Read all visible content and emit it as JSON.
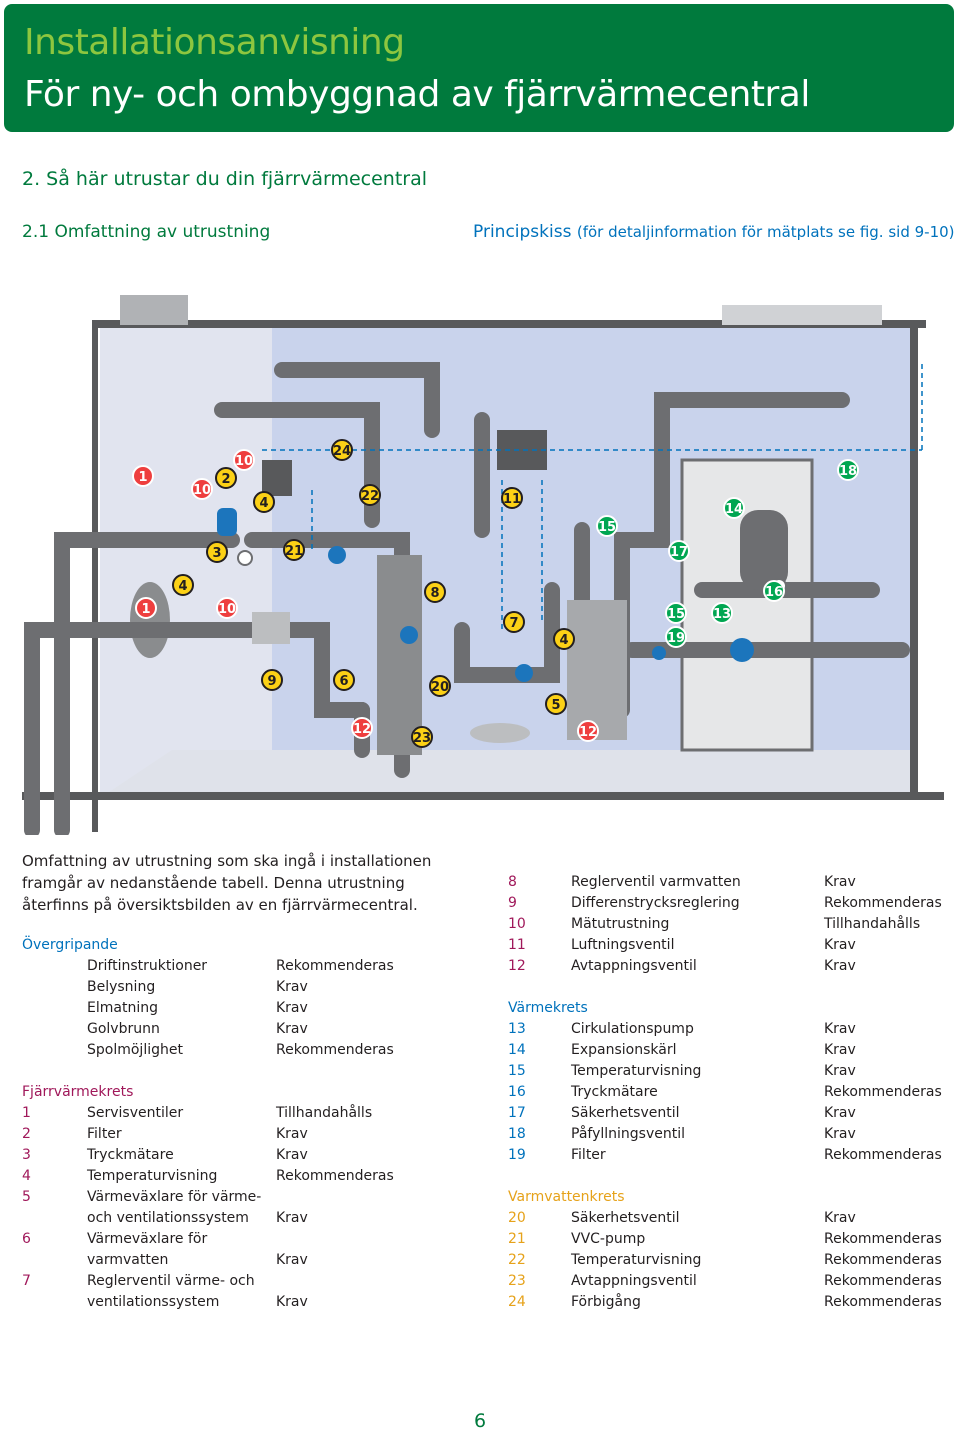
{
  "header": {
    "title": "Installationsanvisning",
    "subtitle": "För ny- och ombyggnad av fjärrvärmecentral"
  },
  "section_heading": "2. Så här utrustar du din fjärrvärmecentral",
  "subsection_heading": "2.1 Omfattning av utrustning",
  "diagram_caption": {
    "main": "Principskiss",
    "detail": "(för detaljinformation för mätplats se fig. sid 9-10)"
  },
  "diagram_labels": [
    {
      "num": "1",
      "style": "red"
    },
    {
      "num": "1",
      "style": "red"
    },
    {
      "num": "2",
      "style": "yellow"
    },
    {
      "num": "3",
      "style": "yellow"
    },
    {
      "num": "4",
      "style": "yellow"
    },
    {
      "num": "4",
      "style": "yellow"
    },
    {
      "num": "4",
      "style": "yellow"
    },
    {
      "num": "5",
      "style": "yellow"
    },
    {
      "num": "6",
      "style": "yellow"
    },
    {
      "num": "7",
      "style": "yellow"
    },
    {
      "num": "8",
      "style": "yellow"
    },
    {
      "num": "9",
      "style": "yellow"
    },
    {
      "num": "10",
      "style": "red"
    },
    {
      "num": "10",
      "style": "red"
    },
    {
      "num": "10",
      "style": "red"
    },
    {
      "num": "11",
      "style": "yellow"
    },
    {
      "num": "12",
      "style": "red"
    },
    {
      "num": "12",
      "style": "red"
    },
    {
      "num": "13",
      "style": "green"
    },
    {
      "num": "14",
      "style": "green"
    },
    {
      "num": "15",
      "style": "green"
    },
    {
      "num": "15",
      "style": "green"
    },
    {
      "num": "16",
      "style": "green"
    },
    {
      "num": "17",
      "style": "green"
    },
    {
      "num": "18",
      "style": "green"
    },
    {
      "num": "19",
      "style": "green"
    },
    {
      "num": "20",
      "style": "yellow"
    },
    {
      "num": "21",
      "style": "yellow"
    },
    {
      "num": "22",
      "style": "yellow"
    },
    {
      "num": "23",
      "style": "yellow"
    },
    {
      "num": "24",
      "style": "yellow"
    }
  ],
  "intro_text": "Omfattning av utrustning som ska ingå i installationen framgår av nedanstående tabell. Denna utrustning återfinns på översiktsbilden av en fjärrvärmecentral.",
  "overgripande": {
    "heading": "Övergripande",
    "items": [
      {
        "desc": "Driftinstruktioner",
        "req": "Rekommenderas"
      },
      {
        "desc": "Belysning",
        "req": "Krav"
      },
      {
        "desc": "Elmatning",
        "req": "Krav"
      },
      {
        "desc": "Golvbrunn",
        "req": "Krav"
      },
      {
        "desc": "Spolmöjlighet",
        "req": "Rekommenderas"
      }
    ]
  },
  "fjarrvarmekrets": {
    "heading": "Fjärrvärmekrets",
    "items": [
      {
        "num": "1",
        "desc": "Servisventiler",
        "desc2": "",
        "req": "Tillhandahålls"
      },
      {
        "num": "2",
        "desc": "Filter",
        "desc2": "",
        "req": "Krav"
      },
      {
        "num": "3",
        "desc": "Tryckmätare",
        "desc2": "",
        "req": "Krav"
      },
      {
        "num": "4",
        "desc": "Temperaturvisning",
        "desc2": "",
        "req": "Rekommenderas"
      },
      {
        "num": "5",
        "desc": "Värmeväxlare för värme-",
        "desc2": "och ventilationssystem",
        "req": "Krav"
      },
      {
        "num": "6",
        "desc": "Värmeväxlare för",
        "desc2": "varmvatten",
        "req": "Krav"
      },
      {
        "num": "7",
        "desc": "Reglerventil värme- och",
        "desc2": "ventilationssystem",
        "req": "Krav"
      }
    ]
  },
  "fjarrvarmekrets_cont": {
    "items": [
      {
        "num": "8",
        "desc": "Reglerventil varmvatten",
        "req": "Krav"
      },
      {
        "num": "9",
        "desc": "Differenstrycksreglering",
        "req": "Rekommenderas"
      },
      {
        "num": "10",
        "desc": "Mätutrustning",
        "req": "Tillhandahålls"
      },
      {
        "num": "11",
        "desc": "Luftningsventil",
        "req": "Krav"
      },
      {
        "num": "12",
        "desc": "Avtappningsventil",
        "req": "Krav"
      }
    ]
  },
  "varmekrets": {
    "heading": "Värmekrets",
    "items": [
      {
        "num": "13",
        "desc": "Cirkulationspump",
        "req": "Krav"
      },
      {
        "num": "14",
        "desc": "Expansionskärl",
        "req": "Krav"
      },
      {
        "num": "15",
        "desc": "Temperaturvisning",
        "req": "Krav"
      },
      {
        "num": "16",
        "desc": "Tryckmätare",
        "req": "Rekommenderas"
      },
      {
        "num": "17",
        "desc": "Säkerhetsventil",
        "req": "Krav"
      },
      {
        "num": "18",
        "desc": "Påfyllningsventil",
        "req": "Krav"
      },
      {
        "num": "19",
        "desc": "Filter",
        "req": "Rekommenderas"
      }
    ]
  },
  "varmvattenkrets": {
    "heading": "Varmvattenkrets",
    "items": [
      {
        "num": "20",
        "desc": "Säkerhetsventil",
        "req": "Krav"
      },
      {
        "num": "21",
        "desc": "VVC-pump",
        "req": "Rekommenderas"
      },
      {
        "num": "22",
        "desc": "Temperaturvisning",
        "req": "Rekommenderas"
      },
      {
        "num": "23",
        "desc": "Avtappningsventil",
        "req": "Rekommenderas"
      },
      {
        "num": "24",
        "desc": "Förbigång",
        "req": "Rekommenderas"
      }
    ]
  },
  "page_number": "6",
  "colors": {
    "header_bg": "#007a3d",
    "title_green": "#8dc63f",
    "blue": "#0072bc",
    "magenta": "#a0185a",
    "yellow": "#e6a21a",
    "pipe": "#6d6e71",
    "wall": "#58595b"
  }
}
